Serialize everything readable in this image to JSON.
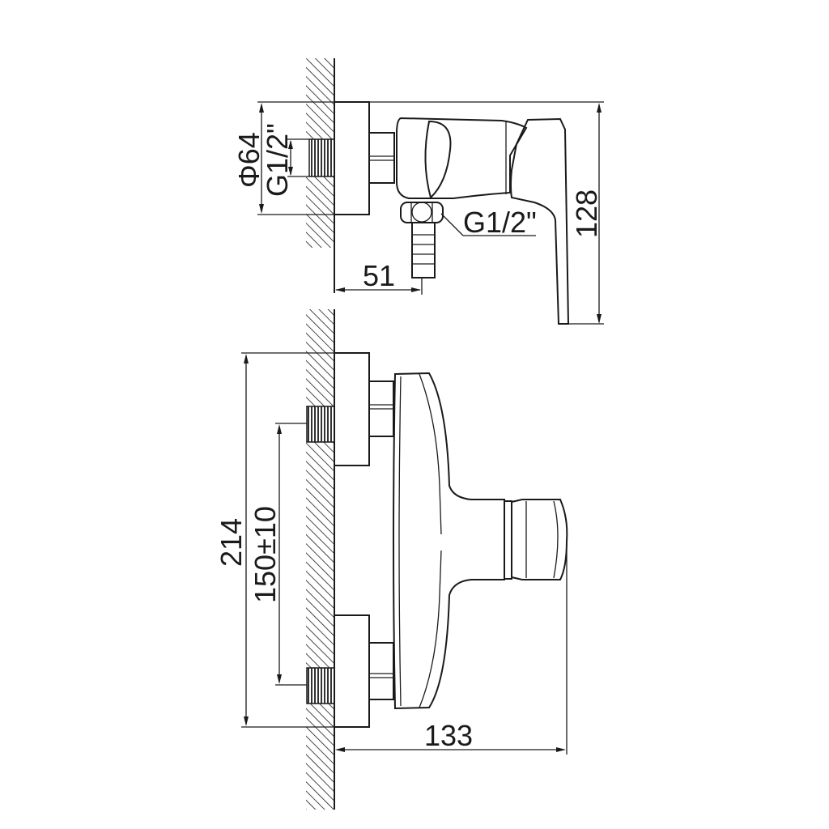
{
  "title": "Shower mixer dimension drawing",
  "side_view": {
    "dim_diameter": "Φ64",
    "dim_inlet_thread": "G1/2\"",
    "dim_outlet_thread": "G1/2\"",
    "dim_projection": "51",
    "dim_height": "128"
  },
  "front_view": {
    "dim_total_height": "214",
    "dim_center_distance": "150±10",
    "dim_depth": "133"
  },
  "colors": {
    "line": "#1a1a1a",
    "background": "#ffffff"
  }
}
